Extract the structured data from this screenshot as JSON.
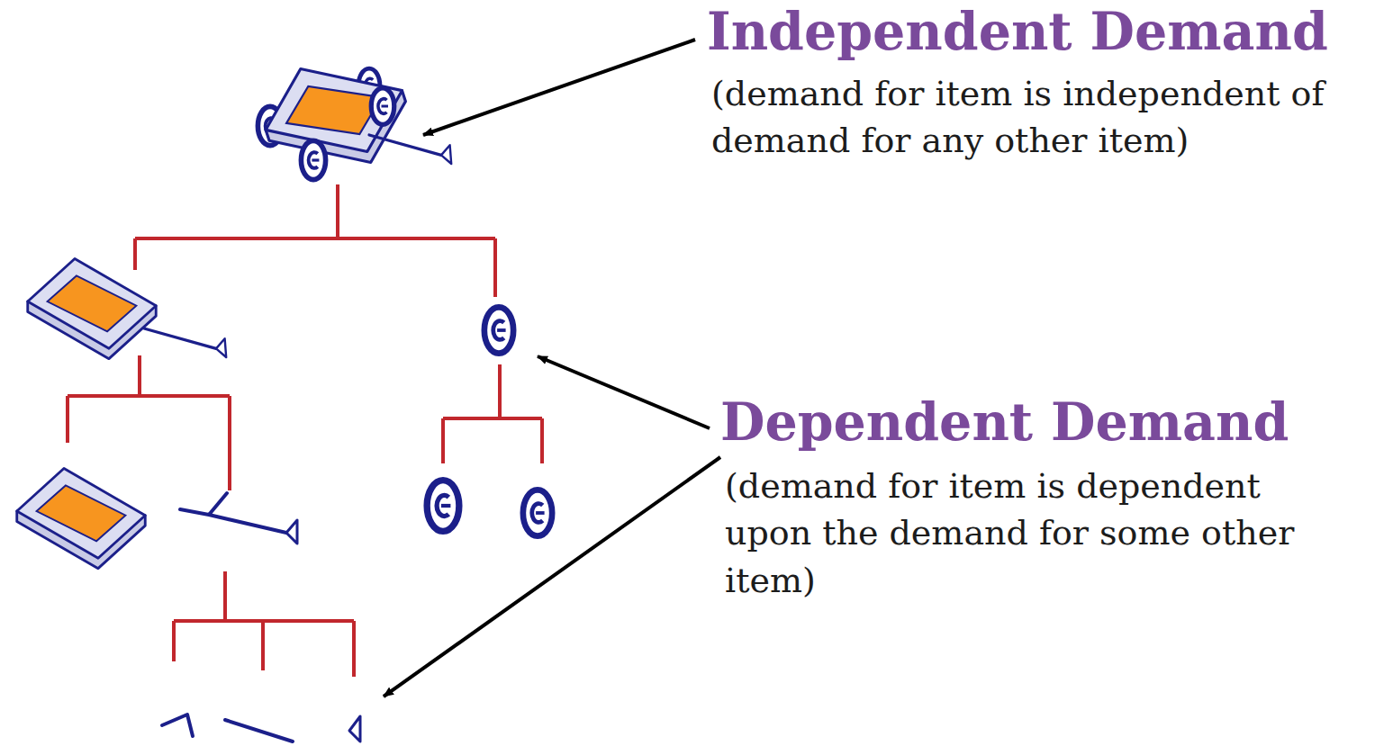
{
  "diagram": {
    "labels": [
      "Independent Demand",
      "(demand for item is independent of demand for any other item)",
      "Dependent Demand",
      "(demand for item is dependent upon the demand for some other item)"
    ]
  }
}
